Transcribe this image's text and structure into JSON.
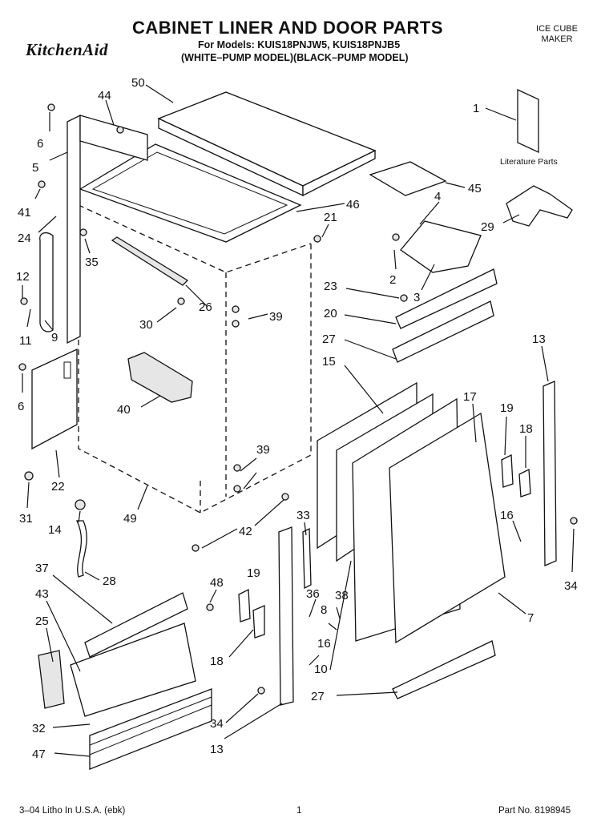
{
  "header": {
    "title": "CABINET LINER AND DOOR PARTS",
    "models_line": "For Models: KUIS18PNJW5, KUIS18PNJB5",
    "variants_line": "(WHITE–PUMP MODEL)(BLACK–PUMP MODEL)",
    "brand": "KitchenAid",
    "product_type_1": "ICE CUBE",
    "product_type_2": "MAKER"
  },
  "literature_label": "Literature Parts",
  "part_numbers": [
    "50",
    "44",
    "6",
    "5",
    "41",
    "24",
    "35",
    "12",
    "11",
    "9",
    "6",
    "22",
    "31",
    "14",
    "49",
    "28",
    "37",
    "43",
    "25",
    "32",
    "47",
    "48",
    "19",
    "18",
    "34",
    "13",
    "33",
    "36",
    "38",
    "8",
    "16",
    "10",
    "27",
    "30",
    "26",
    "39",
    "40",
    "39",
    "42",
    "46",
    "21",
    "4",
    "2",
    "3",
    "29",
    "1",
    "45",
    "23",
    "20",
    "27",
    "15",
    "17",
    "19",
    "18",
    "16",
    "13",
    "34",
    "7"
  ],
  "footer": {
    "left": "3–04 Litho In U.S.A. (ebk)",
    "center": "1",
    "right": "Part No. 8198945"
  }
}
